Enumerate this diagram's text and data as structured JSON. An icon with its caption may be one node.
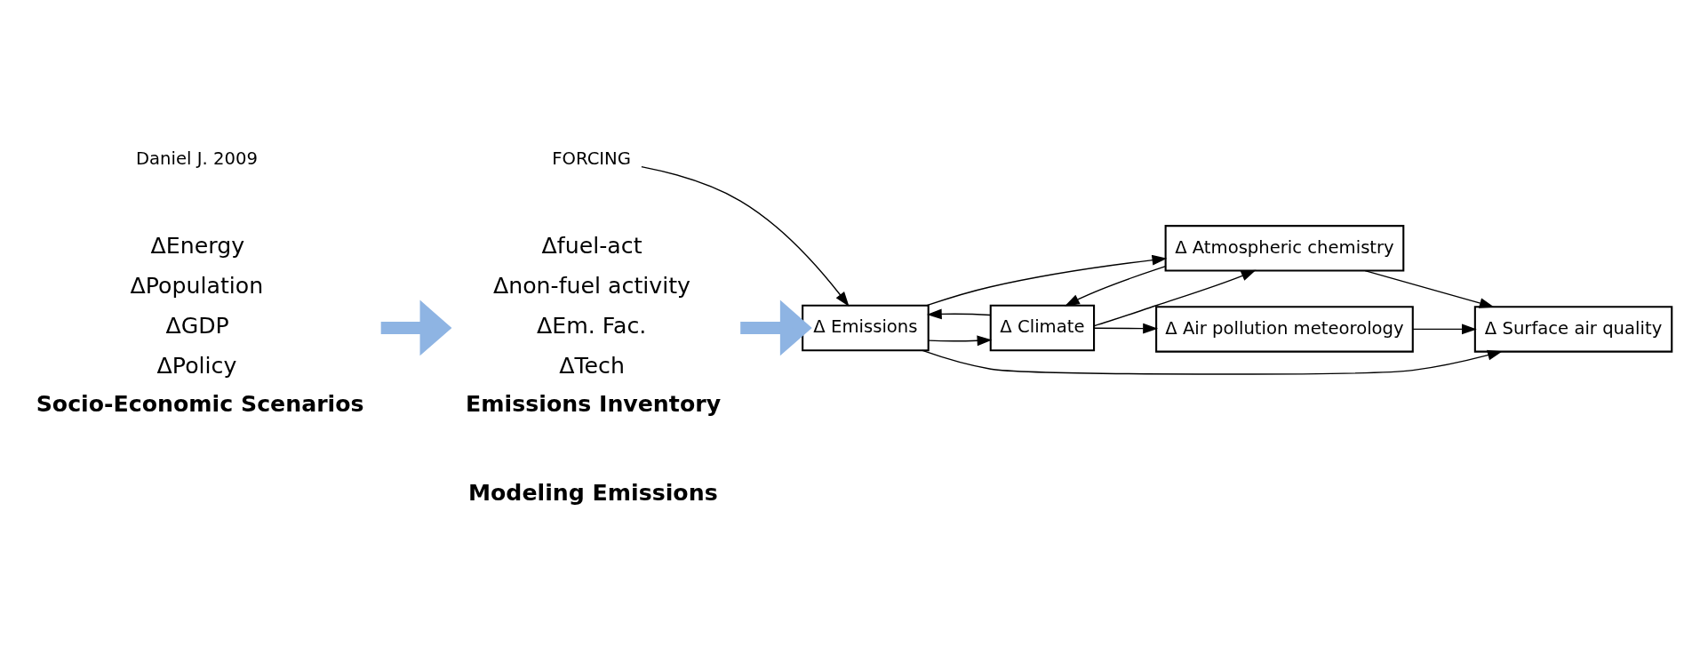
{
  "diagram": {
    "nodes": [
      {
        "text": [
          "FORCING"
        ]
      },
      {
        "text": [
          "Δ Emissions"
        ]
      },
      {
        "text": [
          "Δ Climate"
        ]
      },
      {
        "text": [
          "Δ Atmospheric chemistry"
        ]
      },
      {
        "text": [
          "Δ Air pollution meteorology"
        ]
      },
      {
        "text": [
          "Δ Surface air quality"
        ]
      },
      {
        "text": [
          "ΔEnergy",
          "ΔPopulation",
          "ΔGDP",
          "ΔPolicy",
          "Socio-Economic Scenarios"
        ]
      },
      {
        "text": [
          "Δfuel-act",
          "Δnon-fuel activity",
          "ΔEm. Fac.",
          "ΔTech",
          "Emissions Inventory"
        ]
      }
    ],
    "edges": [
      {
        "from": 6,
        "to": 7,
        "arrow": "to",
        "style": "thick",
        "color": "#8eb4e3"
      },
      {
        "from": 7,
        "to": 1,
        "arrow": "to",
        "style": "thick",
        "color": "#8eb4e3"
      },
      {
        "from": 0,
        "to": 1,
        "arrow": "to"
      },
      {
        "from": 2,
        "to": 1,
        "arrow": "to"
      },
      {
        "from": 1,
        "to": 2,
        "arrow": "to"
      },
      {
        "from": 2,
        "to": 4,
        "arrow": "to"
      },
      {
        "from": 2,
        "to": 3,
        "arrow": "to"
      },
      {
        "from": 3,
        "to": 2,
        "arrow": "to"
      },
      {
        "from": 1,
        "to": 3,
        "arrow": "to"
      },
      {
        "from": 1,
        "to": 5,
        "arrow": "to"
      },
      {
        "from": 3,
        "to": 5,
        "arrow": "to"
      },
      {
        "from": 4,
        "to": 5,
        "arrow": "to"
      }
    ],
    "labels": [
      "Modeling Emissions",
      "Daniel J. 2009"
    ]
  }
}
